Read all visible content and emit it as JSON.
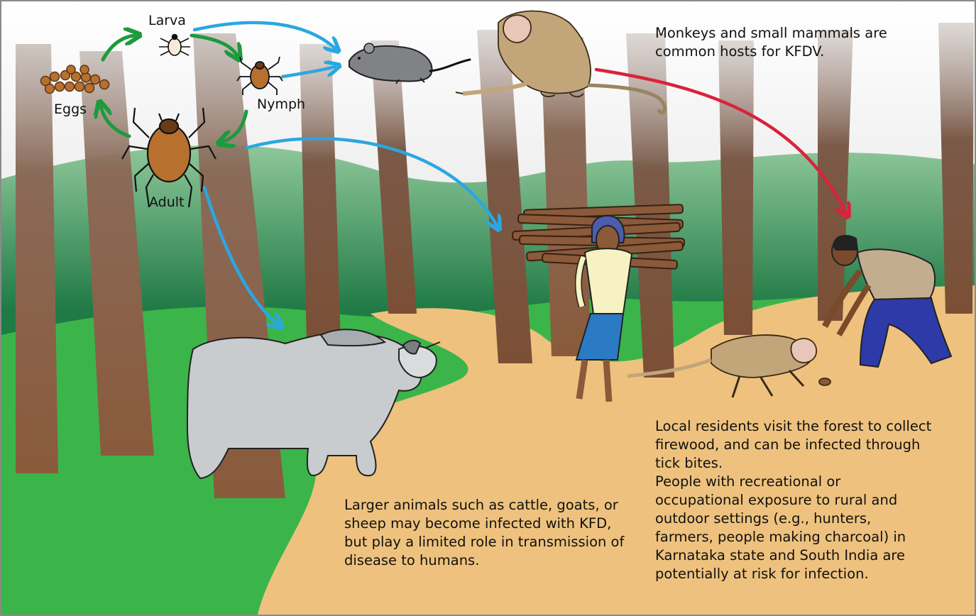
{
  "lifecycle": {
    "larva": "Larva",
    "nymph": "Nymph",
    "adult": "Adult",
    "eggs": "Eggs"
  },
  "captions": {
    "hosts": "Monkeys and small mammals are common hosts for KFDV.",
    "livestock": "Larger animals such as cattle, goats, or sheep may become infected with KFD, but play a limited role in transmission of disease to humans.",
    "residents": "Local residents visit the forest to collect firewood, and can be infected through tick bites.",
    "exposure": "People with recreational or occupational exposure to rural and outdoor settings (e.g., hunters, farmers, people making charcoal) in Karnataka state and South India are potentially at risk for infection."
  },
  "colors": {
    "lifecycle_arrow": "#1e9a3e",
    "host_arrow": "#2ba7e0",
    "infection_arrow": "#d9233a",
    "tree": "#8a5a3b",
    "grass": "#3bb54a",
    "path": "#eec27e"
  }
}
